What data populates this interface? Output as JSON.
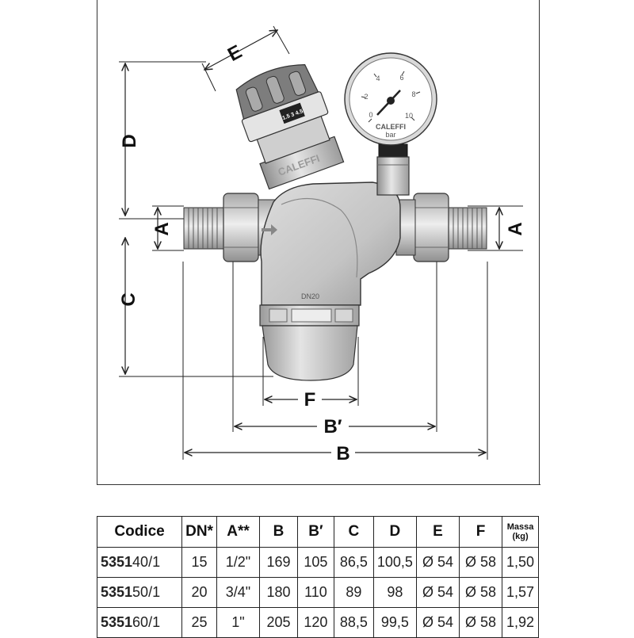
{
  "drawing": {
    "dimension_labels": {
      "E": "E",
      "D": "D",
      "A_left": "A",
      "A_right": "A",
      "C": "C",
      "F": "F",
      "B_prime": "B′",
      "B": "B"
    },
    "brand": "CALEFFI",
    "size_mark": "DN20",
    "gauge": {
      "brand": "CALEFFI",
      "unit": "bar",
      "scale": [
        "0",
        "2",
        "4",
        "6",
        "8",
        "10"
      ]
    },
    "knob_mark": "1.5 3 4.5"
  },
  "table": {
    "headers": {
      "code": "Codice",
      "dn": "DN*",
      "a": "A**",
      "b": "B",
      "b_prime": "B′",
      "c": "C",
      "d": "D",
      "e": "E",
      "f": "F",
      "mass_line1": "Massa",
      "mass_line2": "(kg)"
    },
    "rows": [
      {
        "code_prefix": "5351",
        "code_suffix": "40/1",
        "dn": "15",
        "a": "1/2\"",
        "b": "169",
        "b_prime": "105",
        "c": "86,5",
        "d": "100,5",
        "e": "Ø 54",
        "f": "Ø 58",
        "mass": "1,50"
      },
      {
        "code_prefix": "5351",
        "code_suffix": "50/1",
        "dn": "20",
        "a": "3/4\"",
        "b": "180",
        "b_prime": "110",
        "c": "89",
        "d": "98",
        "e": "Ø 54",
        "f": "Ø 58",
        "mass": "1,57"
      },
      {
        "code_prefix": "5351",
        "code_suffix": "60/1",
        "dn": "25",
        "a": "1\"",
        "b": "205",
        "b_prime": "120",
        "c": "88,5",
        "d": "99,5",
        "e": "Ø 54",
        "f": "Ø 58",
        "mass": "1,92"
      }
    ]
  }
}
